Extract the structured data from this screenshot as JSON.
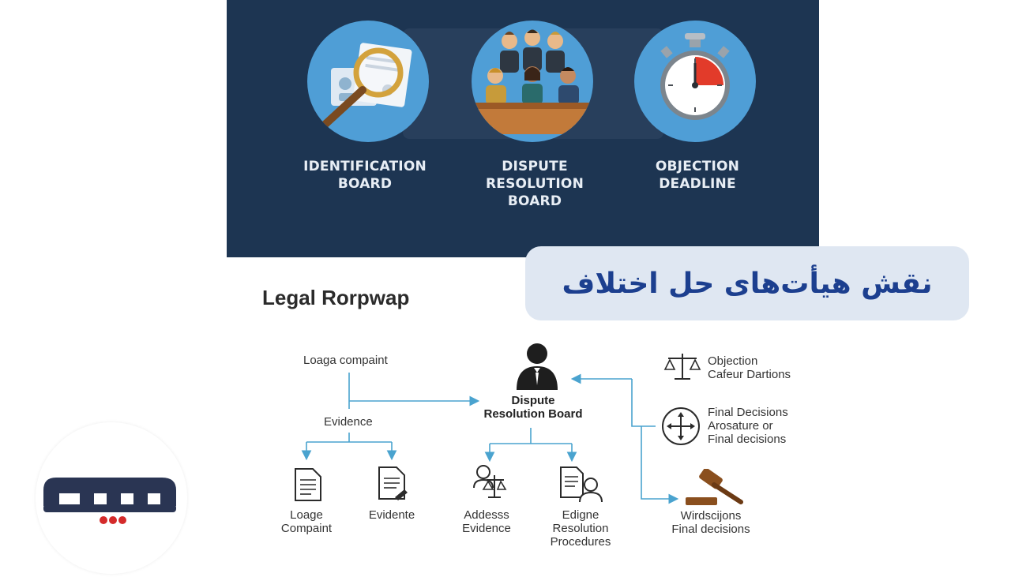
{
  "banner": {
    "items": [
      {
        "label_line1": "IDENTIFICATION",
        "label_line2": "BOARD",
        "label_line3": "",
        "icon": "magnifier-document-icon"
      },
      {
        "label_line1": "DISPUTE",
        "label_line2": "RESOLUTION",
        "label_line3": "BOARD",
        "icon": "board-members-icon"
      },
      {
        "label_line1": "OBJECTION",
        "label_line2": "DEADLINE",
        "label_line3": "",
        "icon": "stopwatch-icon"
      }
    ]
  },
  "persian_title": "نقش هیأت‌های حل اختلاف",
  "diagram": {
    "title": "Legal Rorpwap",
    "left": {
      "complaint_label": "Loaga compaint",
      "evidence_label": "Evidence",
      "doc1_line1": "Loage",
      "doc1_line2": "Compaint",
      "doc2_label": "Evidente"
    },
    "center": {
      "board_line1": "Dispute",
      "board_line2": "Resolution Board",
      "item1_line1": "Addesss",
      "item1_line2": "Evidence",
      "item2_line1": "Edigne",
      "item2_line2": "Resolution",
      "item2_line3": "Procedures"
    },
    "right": {
      "objection_line1": "Objection",
      "objection_line2": "Cafeur Dartions",
      "final_line1": "Final Decisions",
      "final_line2": "Arosature or",
      "final_line3": "Final decisions",
      "gavel_line1": "Wirdscijons",
      "gavel_line2": "Final decisions"
    }
  },
  "colors": {
    "banner_bg": "#1d3552",
    "circle": "#4f9ed6",
    "connector": "#4aa3cf",
    "title_text": "#1c3f8f",
    "title_bg": "#dfe7f2",
    "logo": "#2a3553",
    "logo_accent": "#d42a2a"
  }
}
